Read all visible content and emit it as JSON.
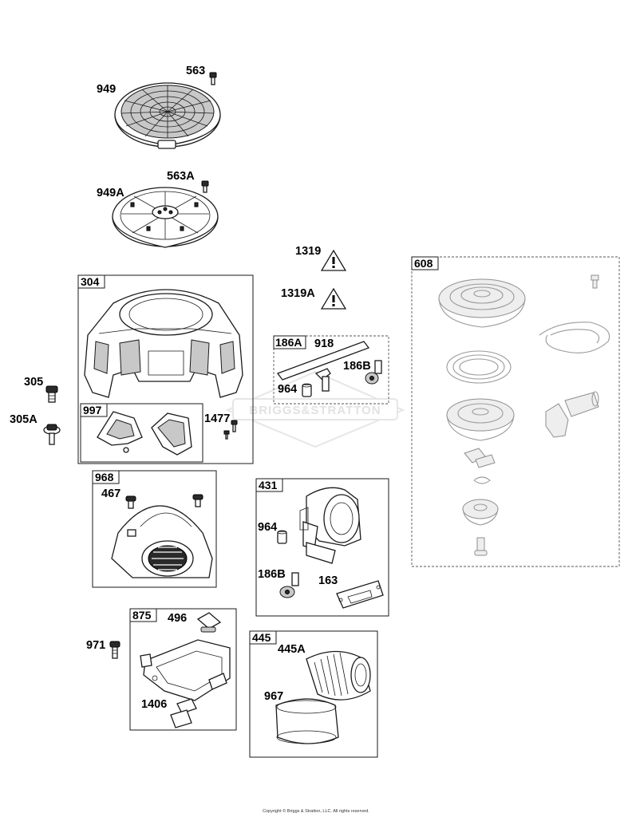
{
  "parts": {
    "p949": "949",
    "p563": "563",
    "p949A": "949A",
    "p563A": "563A",
    "p1319": "1319",
    "p1319A": "1319A",
    "p304": "304",
    "p997": "997",
    "p305": "305",
    "p305A": "305A",
    "p1477": "1477",
    "p186A": "186A",
    "p918": "918",
    "p186B": "186B",
    "p964": "964",
    "p968": "968",
    "p467": "467",
    "p431": "431",
    "p964b": "964",
    "p186Bb": "186B",
    "p163": "163",
    "p875": "875",
    "p496": "496",
    "p971": "971",
    "p1406": "1406",
    "p445": "445",
    "p445A": "445A",
    "p967": "967",
    "p608": "608"
  },
  "watermark": "BRIGGS&STRATTON",
  "copyright": "Copyright © Briggs & Stratton, LLC. All rights reserved."
}
